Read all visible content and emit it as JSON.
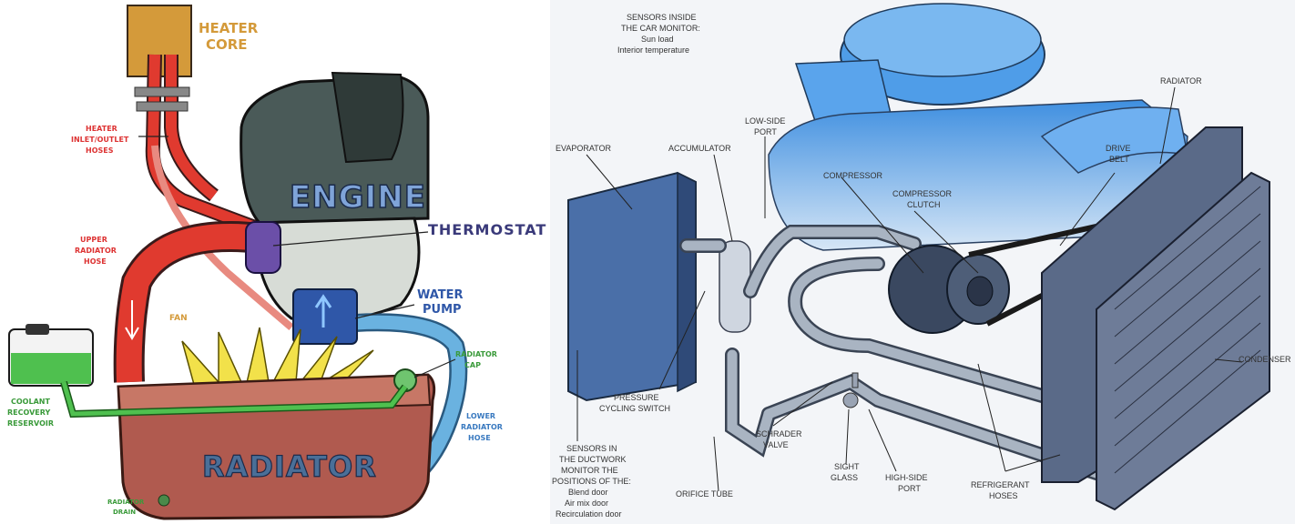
{
  "left_diagram": {
    "labels": {
      "heater_core": [
        "HEATER",
        "CORE"
      ],
      "heater_hoses": [
        "HEATER",
        "INLET/OUTLET",
        "HOSES"
      ],
      "engine": "ENGINE",
      "thermostat": "THERMOSTAT",
      "upper_hose": [
        "UPPER",
        "RADIATOR",
        "HOSE"
      ],
      "water_pump": [
        "WATER",
        "PUMP"
      ],
      "fan": "FAN",
      "radiator_cap": [
        "RADIATOR",
        "CAP"
      ],
      "coolant_reservoir": [
        "COOLANT",
        "RECOVERY",
        "RESERVOIR"
      ],
      "lower_hose": [
        "LOWER",
        "RADIATOR",
        "HOSE"
      ],
      "radiator": "RADIATOR",
      "radiator_drain": [
        "RADIATOR",
        "DRAIN"
      ]
    },
    "colors": {
      "heater_core": "#d49a3a",
      "engine": "#4a5a58",
      "hot_hose": "#e03a2f",
      "thermostat": "#6b4fa8",
      "water_pump": "#2f57a8",
      "fan": "#f2e14a",
      "cold_hose": "#6ab2e0",
      "radiator": "#b05a4f",
      "reservoir_fluid": "#4fc04f"
    }
  },
  "right_diagram": {
    "labels": {
      "sensors_car": [
        "SENSORS INSIDE",
        "THE CAR MONITOR:",
        "Sun load",
        "Interior temperature"
      ],
      "evaporator": "EVAPORATOR",
      "accumulator": "ACCUMULATOR",
      "low_side_port": [
        "LOW-SIDE",
        "PORT"
      ],
      "compressor": "COMPRESSOR",
      "compressor_clutch": [
        "COMPRESSOR",
        "CLUTCH"
      ],
      "radiator": "RADIATOR",
      "drive_belt": [
        "DRIVE",
        "BELT"
      ],
      "condenser": "CONDENSER",
      "pressure_switch": [
        "PRESSURE",
        "CYCLING SWITCH"
      ],
      "sensors_duct": [
        "SENSORS IN",
        "THE DUCTWORK",
        "MONITOR THE",
        "POSITIONS OF THE:",
        "Blend door",
        "Air mix door",
        "Recirculation door"
      ],
      "orifice_tube": "ORIFICE TUBE",
      "schrader_valve": [
        "SCHRADER",
        "VALVE"
      ],
      "sight_glass": [
        "SIGHT",
        "GLASS"
      ],
      "high_side_port": [
        "HIGH-SIDE",
        "PORT"
      ],
      "refrigerant_hoses": [
        "REFRIGERANT",
        "HOSES"
      ]
    }
  }
}
